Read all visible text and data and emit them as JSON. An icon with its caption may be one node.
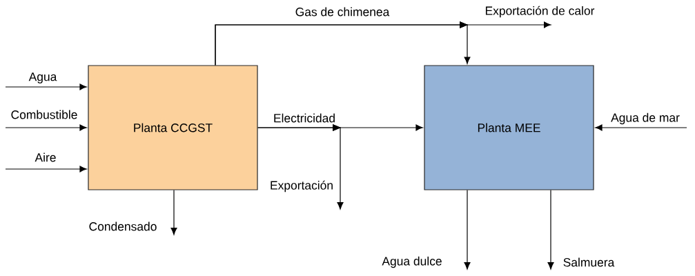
{
  "diagram": {
    "nodes": [
      {
        "text": [
          "Planta CCGST"
        ]
      },
      {
        "text": [
          "Planta MEE"
        ]
      }
    ],
    "edges": [
      {
        "from": null,
        "to": 0,
        "arrow": "to",
        "label": "Agua"
      },
      {
        "from": null,
        "to": 0,
        "arrow": "to",
        "label": "Combustible"
      },
      {
        "from": null,
        "to": 0,
        "arrow": "to",
        "label": "Aire"
      },
      {
        "from": 0,
        "to": null,
        "arrow": "to",
        "label": "Condensado"
      },
      {
        "from": 0,
        "to": 1,
        "arrow": "to",
        "label": "Electricidad"
      },
      {
        "from": 0,
        "to": null,
        "arrow": "to",
        "label": "Exportación"
      },
      {
        "from": 0,
        "to": 1,
        "arrow": "to",
        "label": "Gas de chimenea"
      },
      {
        "from": 0,
        "to": null,
        "arrow": "to",
        "label": "Exportación de calor"
      },
      {
        "from": null,
        "to": 1,
        "arrow": "to",
        "label": "Agua de mar"
      },
      {
        "from": 1,
        "to": null,
        "arrow": "to",
        "label": "Agua dulce"
      },
      {
        "from": 1,
        "to": null,
        "arrow": "to",
        "label": "Salmuera"
      }
    ]
  }
}
